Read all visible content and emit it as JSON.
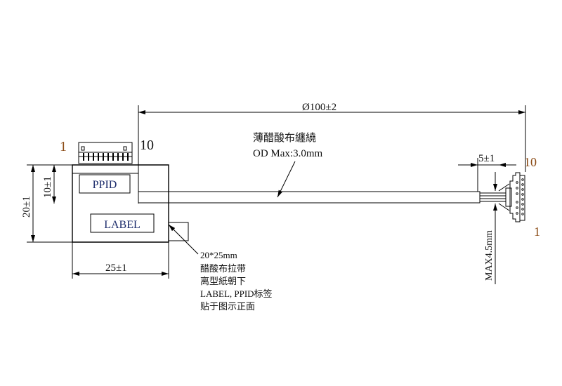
{
  "drawing": {
    "overall_length": "Ø100±2",
    "cable_wrap_note": "薄醋酸布纏繞",
    "cable_od_note": "OD Max:3.0mm",
    "left_block_height": "20±1",
    "left_connector_offset": "10±1",
    "left_block_width": "25±1",
    "right_strip_length": "5±1",
    "right_max_thickness": "MAX4.5mm",
    "ppid_label": "PPID",
    "label_label": "LABEL",
    "left_pin_first": "1",
    "left_pin_last": "10",
    "right_pin_last": "10",
    "right_pin_first": "1",
    "tape_notes": [
      "20*25mm",
      "醋酸布拉带",
      "离型紙朝下",
      "LABEL, PPID标签",
      "贴于图示正面"
    ]
  },
  "colors": {
    "pin_number": "#8a4a14",
    "label_text": "#1a2a6a"
  }
}
